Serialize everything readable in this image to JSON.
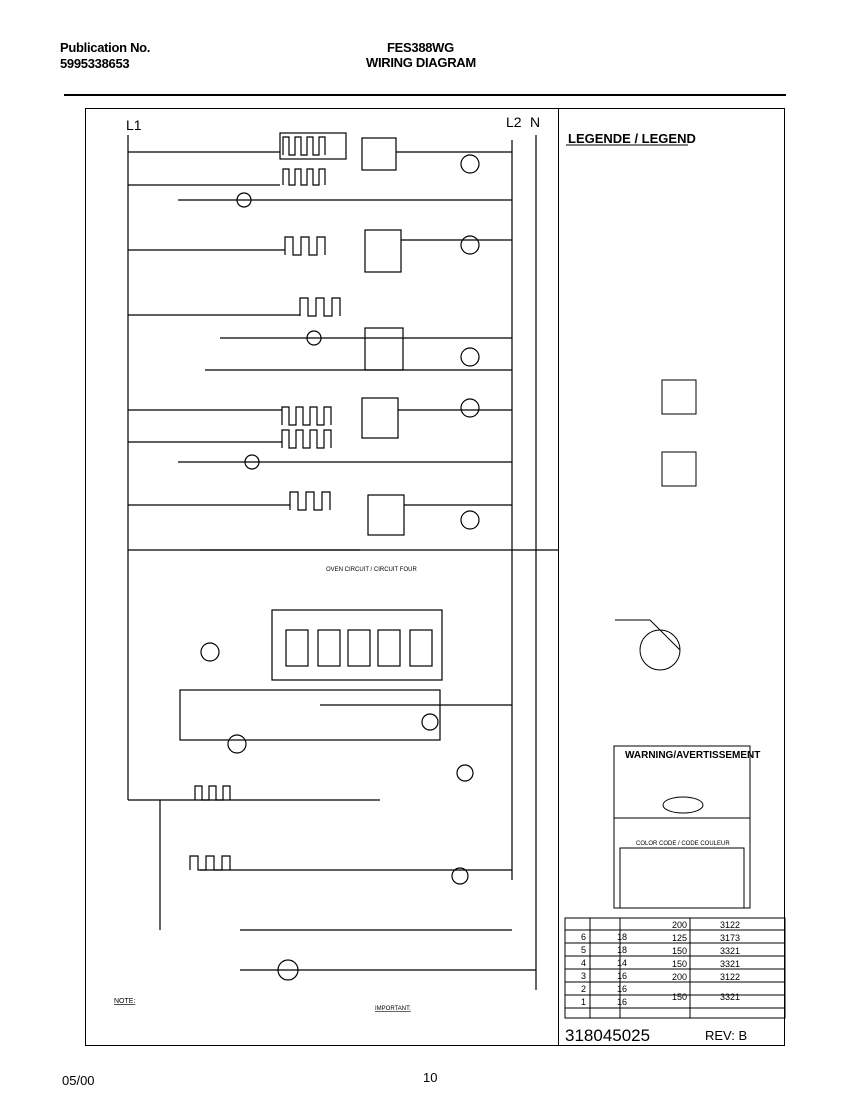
{
  "header": {
    "publication_label": "Publication No.",
    "publication_number": "5995338653",
    "model": "FES388WG",
    "title": "WIRING DIAGRAM"
  },
  "diagram": {
    "line_labels": {
      "l1": "L1",
      "l2": "L2",
      "n": "N"
    },
    "oven_label": "OVEN CIRCUIT / CIRCUIT FOUR",
    "legend_title": "LEGENDE / LEGEND",
    "warning_title": "WARNING/AVERTISSEMENT",
    "color_code_label": "COLOR CODE / CODE COULEUR",
    "note_label": "NOTE:",
    "important_label": "IMPORTANT:",
    "wire_table": [
      {
        "num": "6",
        "gauge": "18",
        "temp": "200",
        "code": "3122"
      },
      {
        "num": "5",
        "gauge": "18",
        "temp": "125",
        "code": "3173"
      },
      {
        "num": "4",
        "gauge": "14",
        "temp": "150",
        "code": "3321"
      },
      {
        "num": "3",
        "gauge": "16",
        "temp": "150",
        "code": "3321"
      },
      {
        "num": "2",
        "gauge": "16",
        "temp": "200",
        "code": "3122"
      },
      {
        "num": "1",
        "gauge": "16",
        "temp": "150",
        "code": "3321"
      }
    ]
  },
  "footer": {
    "date": "05/00",
    "page": "10",
    "part_number": "318045025",
    "revision": "REV: B"
  }
}
